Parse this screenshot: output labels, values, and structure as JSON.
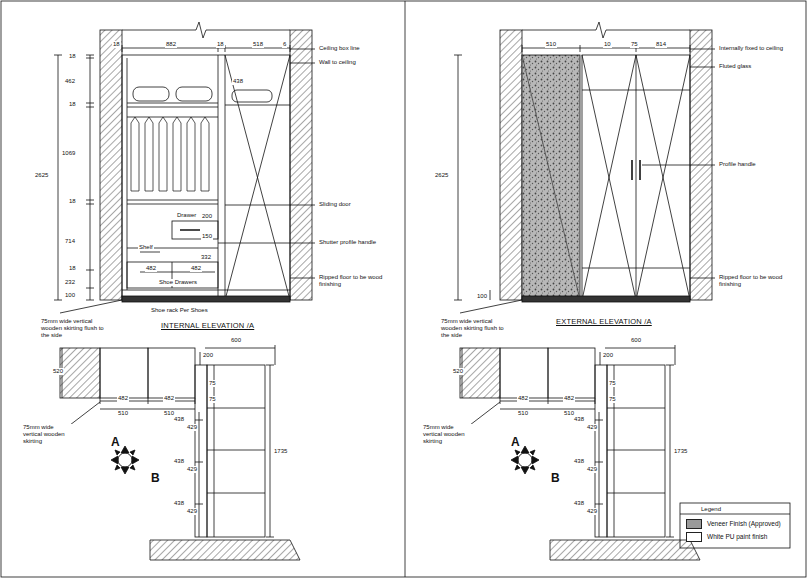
{
  "diagram": {
    "labels": [
      "18",
      "882",
      "18",
      "518",
      "6",
      "18",
      "462",
      "18",
      "1069",
      "18",
      "714",
      "18",
      "232",
      "100",
      "2625",
      "438",
      "Drawer",
      "200",
      "150",
      "Shelf",
      "332",
      "482",
      "482",
      "Shoe Drawers",
      "Shoe rack Per Shoes",
      "75mm wide vertical wooden skirting flush to the side",
      "INTERNAL ELEVATION /A",
      "Ceiling box line",
      "Wall to ceiling",
      "Sliding door",
      "Shutter profile handle",
      "Ripped floor to be wood finishing",
      "600",
      "520",
      "200",
      "482",
      "482",
      "510",
      "510",
      "75",
      "75",
      "438",
      "429",
      "438",
      "429",
      "438",
      "429",
      "1735",
      "75mm wide vertical wooden skirting",
      "A",
      "B",
      "510",
      "10",
      "75",
      "814",
      "2625",
      "100",
      "Internally fixed to ceiling",
      "Fluted glass",
      "Profile handle",
      "Ripped floor to be wood finishing",
      "75mm wide vertical wooden skirting flush to the side",
      "EXTERNAL ELEVATION /A",
      "600",
      "520",
      "200",
      "482",
      "482",
      "510",
      "510",
      "75",
      "75",
      "438",
      "429",
      "438",
      "429",
      "438",
      "429",
      "1735",
      "75mm wide vertical wooden skirting",
      "A",
      "B",
      "Legend"
    ],
    "legend": [
      {
        "text": "Veneer Finish (Approved)",
        "color": "#9a9a9a"
      },
      {
        "text": "White PU paint finish",
        "color": "#ffffff"
      }
    ]
  }
}
